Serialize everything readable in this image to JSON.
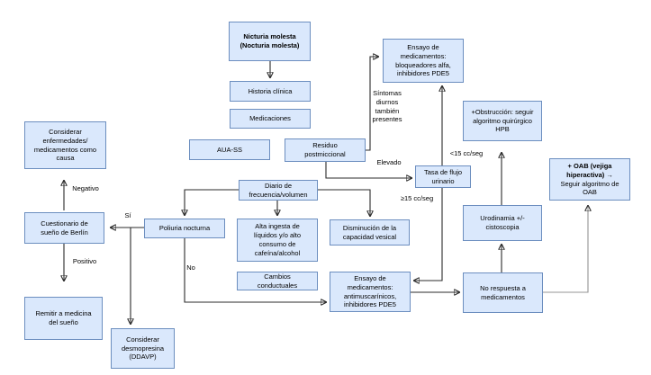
{
  "nodes": {
    "nicturia": "Nicturia molesta\n(Nocturia molesta)",
    "historia": "Historia clínica",
    "medicaciones": "Medicaciones",
    "aua": "AUA-SS",
    "residuo": "Residuo\npostmiccional",
    "ensayo_alfa": "Ensayo de\nmedicamentos:\nbloqueadores alfa,\ninhibidores PDE5",
    "obstruccion": "+Obstrucción: seguir\nalgoritmo quirúrgico\nHPB",
    "oab_bold": "+ OAB (vejiga\nhiperactiva) →",
    "oab_rest": "Seguir algoritmo de\nOAB",
    "tasa": "Tasa de flujo\nurinario",
    "urodinamia": "Urodinamia +/-\ncistoscopia",
    "no_respuesta": "No respuesta a\nmedicamentos",
    "diario": "Diario de\nfrecuencia/volumen",
    "poliuria": "Poliuria nocturna",
    "alta_ingesta": "Alta ingesta de\nlíquidos y/o alto\nconsumo de\ncafeína/alcohol",
    "disminucion": "Disminución de la\ncapacidad vesical",
    "cambios": "Cambios\nconductuales",
    "ensayo_anti": "Ensayo de\nmedicamentos:\nantimuscarínicos,\ninhibidores PDE5",
    "considerar_enf": "Considerar\nenfermedades/\nmedicamentos como\ncausa",
    "cuestionario": "Cuestionario de\nsueño de Berlín",
    "remitir": "Remitir a medicina\ndel sueño",
    "desmopresina": "Considerar\ndesmopresina\n(DDAVP)"
  },
  "labels": {
    "sintomas": "Síntomas\ndiurnos\ntambién\npresentes",
    "elevado": "Elevado",
    "lt15": "<15 cc/seg",
    "ge15": "≥15 cc/seg",
    "negativo": "Negativo",
    "positivo": "Positivo",
    "si": "Sí",
    "no": "No"
  },
  "colors": {
    "node_fill": "#dae8fc",
    "node_border": "#6c8ebf",
    "arrow": "#2b2b2b",
    "arrow_light": "#949494",
    "background": "#ffffff"
  }
}
